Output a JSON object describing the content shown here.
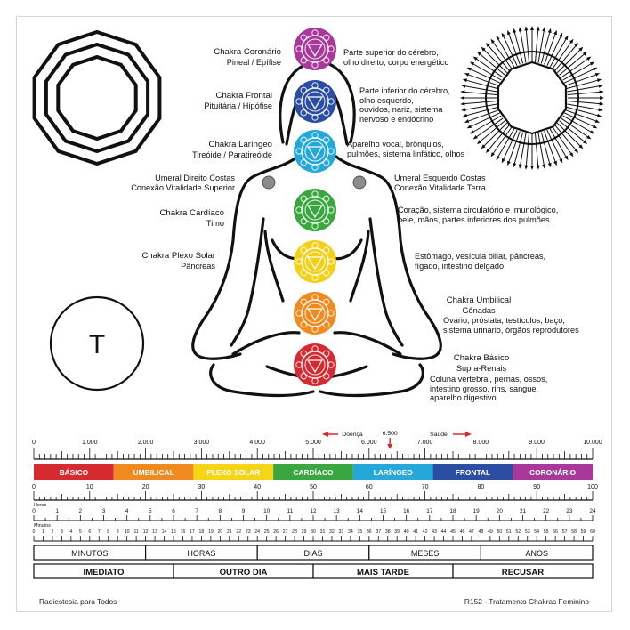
{
  "chakras": [
    {
      "name": "Chakra Coronário",
      "sub": "Pineal / Epífise",
      "desc": [
        "Parte superior do cérebro,",
        "olho direito, corpo energético"
      ],
      "color": "#a8389a"
    },
    {
      "name": "Chakra Frontal",
      "sub": "Pituitária / Hipófise",
      "desc": [
        "Parte inferior do cérebro,",
        "olho esquerdo,",
        "ouvidos, nariz, sistema",
        "nervoso e endócrino"
      ],
      "color": "#2b4ea2"
    },
    {
      "name": "Chakra Laríngeo",
      "sub": "Tireóide / Paratireóide",
      "desc": [
        "Aparelho vocal, brônquios,",
        "pulmões, sistema linfático, olhos"
      ],
      "color": "#23a8d9"
    },
    {
      "name": "Chakra Cardíaco",
      "sub": "Timo",
      "desc": [
        "Coração, sistema circulatório e imunológico,",
        "pele, mãos, partes inferiores dos pulmões"
      ],
      "color": "#3aa63f"
    },
    {
      "name": "Chakra Plexo Solar",
      "sub": "Pâncreas",
      "desc": [
        "Estômago, vesícula biliar, pâncreas,",
        "fígado, intestino delgado"
      ],
      "color": "#f3cf18"
    },
    {
      "name": "Chakra Umbilical",
      "sub": "Gônadas",
      "desc": [
        "Ovário, próstata, testículos, baço,",
        "sistema urinário, órgãos reprodutores"
      ],
      "color": "#f08a1e"
    },
    {
      "name": "Chakra Básico",
      "sub": "Supra-Renais",
      "desc": [
        "Coluna vertebral, pernas, ossos,",
        "intestino grosso, rins, sangue,",
        "aparelho digestivo"
      ],
      "color": "#d62a31"
    }
  ],
  "shoulders": {
    "left": [
      "Umeral Direito Costas",
      "Conexão Vitalidade Superior"
    ],
    "right": [
      "Umeral Esquerdo Costas",
      "Conexão Vitalidade Terra"
    ]
  },
  "circle_letter": "T",
  "scale": {
    "doenca": "Doença",
    "saude": "Saúde",
    "marker": "6.500",
    "ticks_main": [
      "0",
      "1.000",
      "2.000",
      "3.000",
      "4.000",
      "5.000",
      "6.000",
      "7.000",
      "8.000",
      "9.000",
      "10.000"
    ],
    "ticks_pct": [
      "0",
      "10",
      "20",
      "30",
      "40",
      "50",
      "60",
      "70",
      "80",
      "90",
      "100"
    ],
    "horas_label": "Horas",
    "minutos_label": "Minutos"
  },
  "color_bar": [
    {
      "label": "BÁSICO",
      "color": "#d62a31"
    },
    {
      "label": "UMBILICAL",
      "color": "#f08a1e"
    },
    {
      "label": "PLEXO SOLAR",
      "color": "#f5d515"
    },
    {
      "label": "CARDÍACO",
      "color": "#3aa63f"
    },
    {
      "label": "LARÍNGEO",
      "color": "#23a8d9"
    },
    {
      "label": "FRONTAL",
      "color": "#2b4ea2"
    },
    {
      "label": "CORONÁRIO",
      "color": "#a8389a"
    }
  ],
  "time_units": [
    "MINUTOS",
    "HORAS",
    "DIAS",
    "MESES",
    "ANOS"
  ],
  "timing": [
    "IMEDIATO",
    "OUTRO DIA",
    "MAIS TARDE",
    "RECUSAR"
  ],
  "footer": {
    "left": "Radiestesia para Todos",
    "right": "R152 - Tratamento Chakras Feminino"
  }
}
